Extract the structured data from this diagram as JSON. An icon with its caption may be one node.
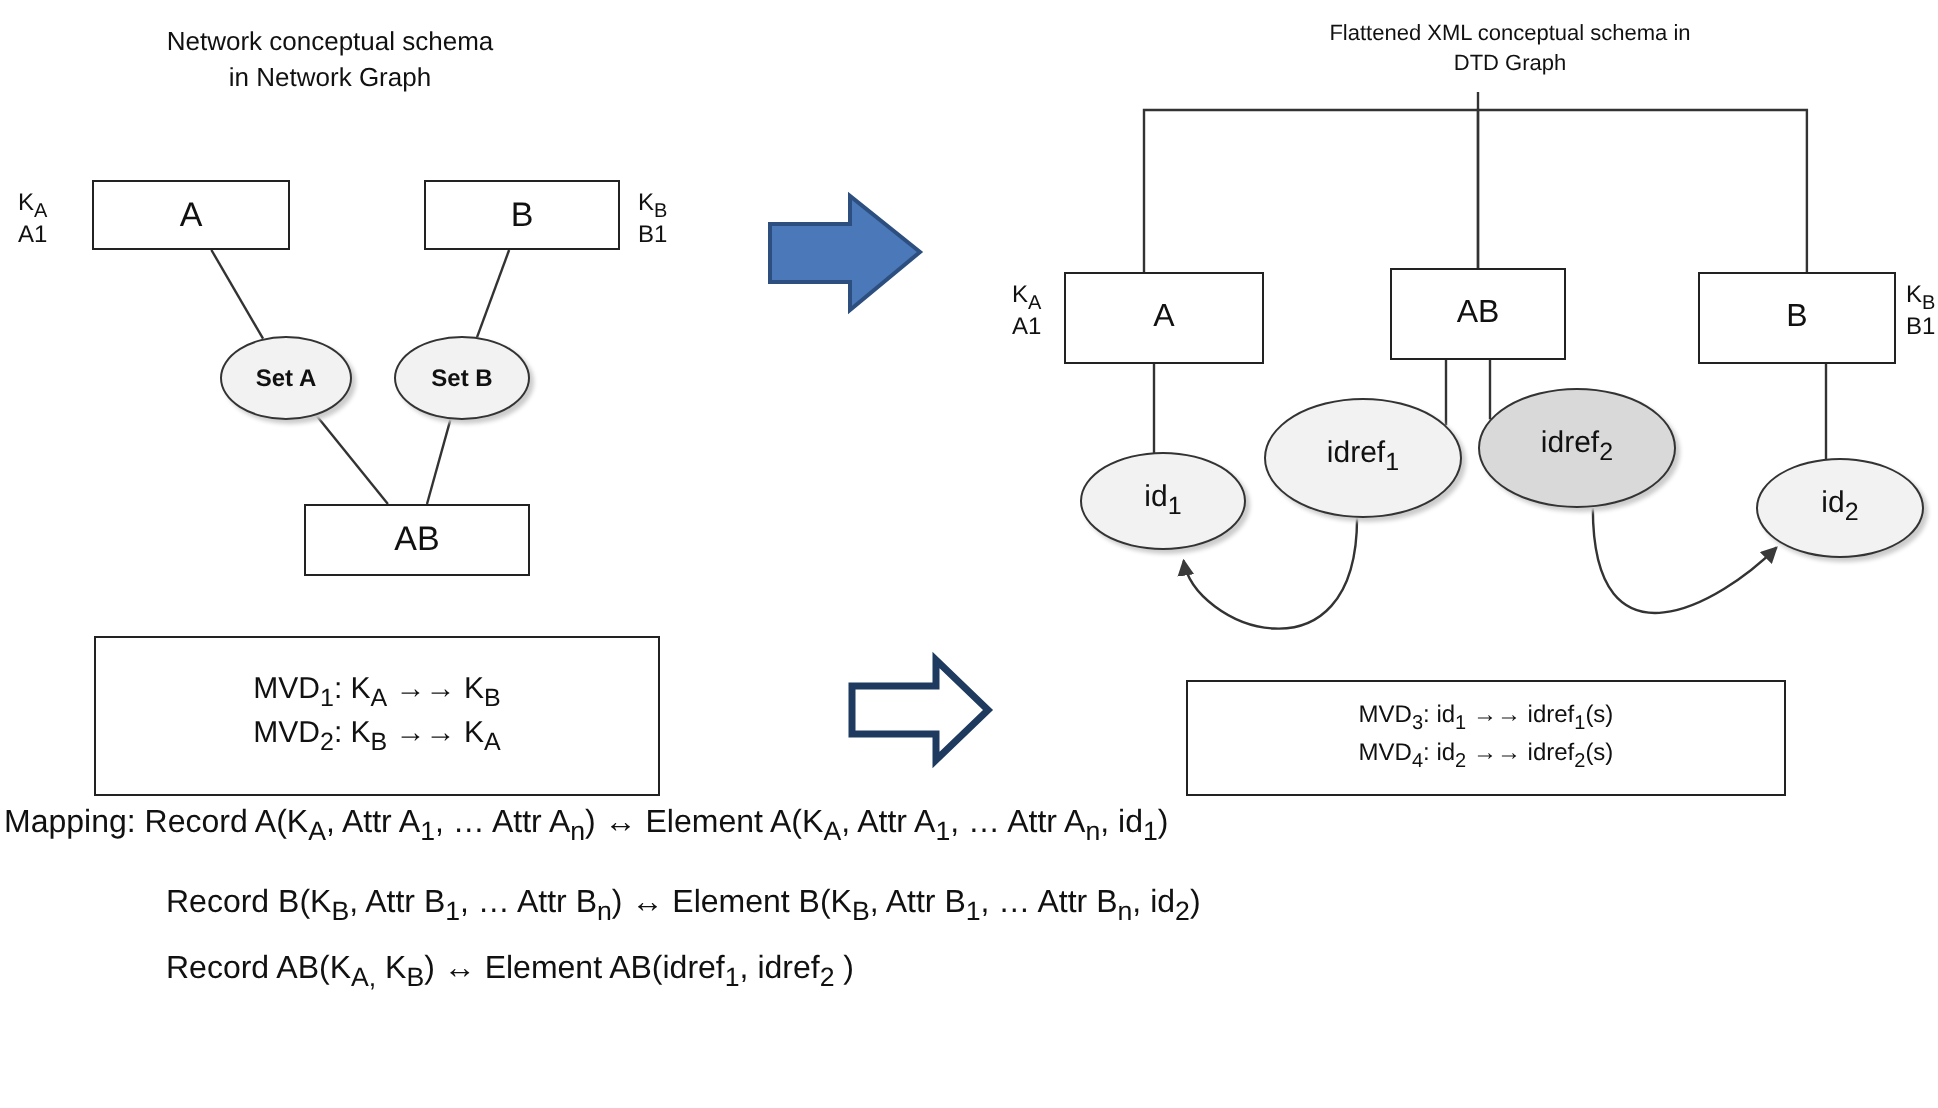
{
  "diagram": {
    "nodes": [
      {
        "text": [
          "A"
        ],
        "beside": [
          "K$_{A}$",
          "A1"
        ]
      },
      {
        "text": [
          "B"
        ],
        "beside": [
          "K$_{B}$",
          "B1"
        ]
      },
      {
        "text": [
          "Set A"
        ]
      },
      {
        "text": [
          "Set B"
        ]
      },
      {
        "text": [
          "AB"
        ]
      },
      {
        "text": [
          "MVD$_{1}$: K$_{A}$ →→  K$_{B}$",
          "MVD$_{2}$: K$_{B}$ →→  K$_{A}$"
        ]
      },
      {
        "text": [
          "A"
        ],
        "beside": [
          "K$_{A}$",
          "A1"
        ]
      },
      {
        "text": [
          "AB"
        ]
      },
      {
        "text": [
          "B"
        ],
        "beside": [
          "K$_{B}$",
          "B1"
        ]
      },
      {
        "text": [
          "id$_{1}$"
        ]
      },
      {
        "text": [
          "idref$_{1}$"
        ]
      },
      {
        "text": [
          "idref$_{2}$"
        ]
      },
      {
        "text": [
          "id$_{2}$"
        ]
      },
      {
        "text": [
          "MVD$_{3}$: id$_{1}$ →→  idref$_{1}$(s)",
          "MVD$_{4}$: id$_{2}$ →→ idref$_{2}$(s)"
        ]
      }
    ],
    "edges": [
      {
        "from": 0,
        "to": 2,
        "arrow": "none"
      },
      {
        "from": 1,
        "to": 3,
        "arrow": "none"
      },
      {
        "from": 2,
        "to": 4,
        "arrow": "none"
      },
      {
        "from": 3,
        "to": 4,
        "arrow": "none"
      },
      {
        "from": 7,
        "to": 6,
        "arrow": "none"
      },
      {
        "from": 7,
        "to": 8,
        "arrow": "none"
      },
      {
        "from": 6,
        "to": 9,
        "arrow": "none"
      },
      {
        "from": 7,
        "to": 10,
        "arrow": "none"
      },
      {
        "from": 7,
        "to": 11,
        "arrow": "none"
      },
      {
        "from": 8,
        "to": 12,
        "arrow": "none"
      },
      {
        "from": 10,
        "to": 9,
        "arrow": "to"
      },
      {
        "from": 11,
        "to": 12,
        "arrow": "to"
      }
    ],
    "labels": [
      "Network conceptual schema in Network Graph",
      "Flattened XML conceptual schema in DTD Graph",
      "Mapping: Record A(K$_{A}$, Attr A$_{1}$, … Attr A$_{n}$) ↔ Element A(K$_{A}$, Attr A$_{1}$, … Attr A$_{n}$, id$_{1}$)",
      "Record B(K$_{B}$, Attr B$_{1}$, … Attr B$_{n}$) ↔ Element B(K$_{B}$, Attr B$_{1}$, … Attr B$_{n}$, id$_{2}$)",
      "Record AB(K$_{A,}$ K$_{B}$) ↔ Element AB(idref$_{1}$, idref$_{2}$ )"
    ]
  }
}
